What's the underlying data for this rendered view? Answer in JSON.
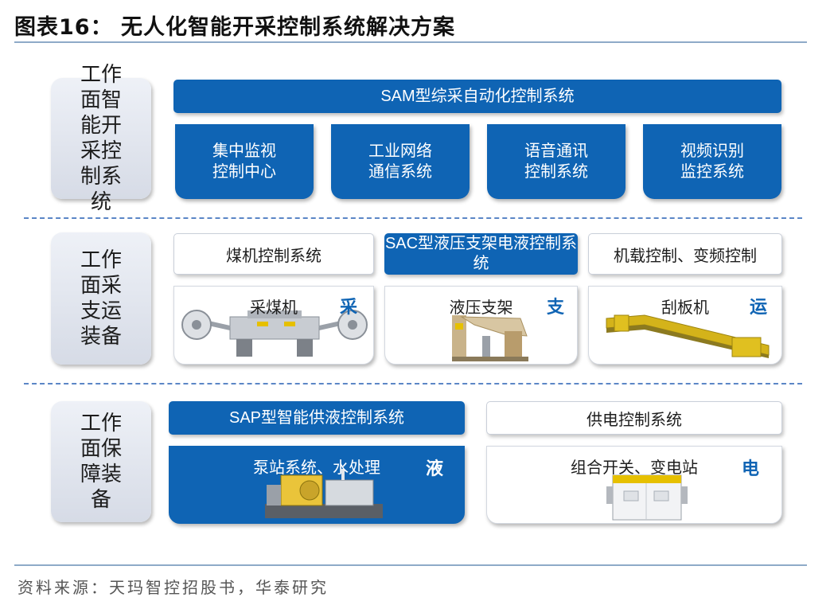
{
  "figure": {
    "title": "图表16：  无人化智能开采控制系统解决方案",
    "source": "资料来源：天玛智控招股书，华泰研究"
  },
  "rows": {
    "control": {
      "label": "工作面智能开采控制系统",
      "header": "SAM型综采自动化控制系统",
      "tiles": [
        {
          "label": "集中监视控制中心"
        },
        {
          "label": "工业网络通信系统"
        },
        {
          "label": "语音通讯控制系统"
        },
        {
          "label": "视频识别监控系统"
        }
      ]
    },
    "equipment": {
      "label": "工作面采支运装备",
      "headers": [
        "煤机控制系统",
        "SAC型液压支架电液控制系统",
        "机载控制、变频控制"
      ],
      "cards": [
        {
          "caption": "采煤机",
          "tag": "采",
          "image": "shearer-icon"
        },
        {
          "caption": "液压支架",
          "tag": "支",
          "image": "hydraulic-support-icon"
        },
        {
          "caption": "刮板机",
          "tag": "运",
          "image": "scraper-conveyor-icon"
        }
      ]
    },
    "support": {
      "label": "工作面保障装备",
      "headers": [
        "SAP型智能供液控制系统",
        "供电控制系统"
      ],
      "cards": [
        {
          "caption": "泵站系统、水处理",
          "tag": "液",
          "image": "pump-station-icon"
        },
        {
          "caption": "组合开关、变电站",
          "tag": "电",
          "image": "switchgear-icon"
        }
      ]
    }
  },
  "colors": {
    "primary_blue": "#0f64b4",
    "side_label_bg": "#dde1ea",
    "dashed_line": "#5b86c6"
  }
}
